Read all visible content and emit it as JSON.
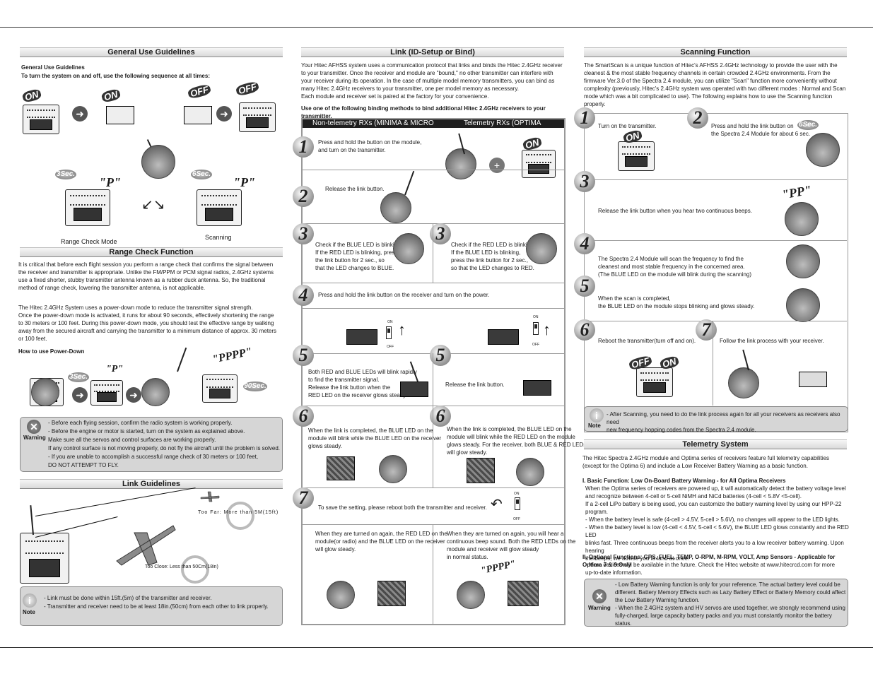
{
  "general": {
    "heading": "General Use Guidelines",
    "sub1": "General Use Guidelines",
    "sub2": "To turn the system on and off, use the following sequence at all times:",
    "on": "ON",
    "off": "OFF",
    "sec3": "3Sec.",
    "sec6": "6Sec.",
    "beep": "\"P\"",
    "range_check_mode": "Range Check Mode",
    "scanning": "Scanning"
  },
  "range": {
    "heading": "Range Check Function",
    "p1": "It is critical that before each flight session you perform a range check that confirms the signal between the receiver and transmitter is appropriate. Unlike the FM/PPM or PCM signal radios, 2.4GHz systems use a fixed shorter, stubby transmitter antenna known as a rubber duck antenna. So, the traditional method of range check, lowering the transmitter antenna, is not applicable.",
    "p2": "The Hitec 2.4GHz System uses a power-down mode to reduce the transmitter signal strength.\nOnce the power-down mode is activated, it runs for about 90 seconds, effectively shortening the range to 30 meters or 100 feet. During this power-down mode, you should test the effective range by walking away from the secured aircraft and carrying the transmitter to a minimum distance of approx. 30 meters or 100 feet.",
    "how": "How to use Power-Down",
    "sec3": "3Sec.",
    "sec90": "90Sec.",
    "beep": "\"P\"",
    "beeps": "\"PPPP\"",
    "warning_label": "Warning",
    "warnings": "- Before each flying session, confirm the radio system is working properly.\n- Before the engine or motor is started, turn on the system as explained above.\n  Make sure all the servos and control surfaces are working properly.\n  If any control surface is not moving properly, do not fly the aircraft until the problem is solved.\n- If you are unable to accomplish a successful range check of 30 meters or 100 feet,\n  DO NOT ATTEMPT TO FLY."
  },
  "linkguide": {
    "heading": "Link Guidelines",
    "too_far": "Too Far: More than 5M(15ft)",
    "too_close": "Too Close: Less than 50Cm(18in)",
    "note_label": "Note",
    "notes": "- Link must be done within 15ft.(5m) of the transmitter and receiver.\n- Transmitter and receiver need to be at least 18in.(50cm) from each other to link properly."
  },
  "link": {
    "heading": "Link (ID-Setup or Bind)",
    "intro": "Your Hitec AFHSS system uses a communication protocol that links and binds the Hitec 2.4GHz receiver to your transmitter. Once the receiver and module are \"bound,\" no other transmitter can interfere with your receiver during its operation. In the case of multiple model memory transmitters, you can bind as many Hitec 2.4GHz receivers to your transmitter, one per model memory as necessary.\nEach module and receiver set is paired at the factory for your convenience.",
    "intro_bold": "Use one of the following binding methods to bind additional Hitec 2.4GHz receivers to your transmitter.",
    "tab1": "Non-telemetry RXs (MINIMA & MICRO Series)",
    "tab2": "Telemetry RXs (OPTIMA Series)",
    "s1": "Press and hold the button on the module,\nand turn on the transmitter.",
    "s2": "Release the link button.",
    "s3a": "Check if the BLUE LED is blinking.\nIf the RED LED is blinking, press\nthe link button for 2 sec., so\nthat the LED changes to BLUE.",
    "s3b": "Check if the RED LED is blinking.\nIf the BLUE LED is blinking,\npress the link button for 2 sec.,\nso that the LED changes to RED.",
    "s4": "Press and hold the link button on the receiver and turn on the power.",
    "s5a": "Both RED and BLUE LEDs will blink rapidly\nto find the transmitter signal.\nRelease the link button when the\nRED LED on the receiver glows steady.",
    "s5b": "Release the link button.",
    "s6a": "When the link is completed, the BLUE LED on the\nmodule will blink while the BLUE LED on the receiver\nglows steady.",
    "s6b": "When the link is completed, the BLUE LED on the\nmodule will blink while the RED LED on the module\nglows steady. For the receiver, both BLUE & RED LEDs\nwill glow steady.",
    "s7": "To save the setting, please reboot both the transmitter and receiver.",
    "s7a": "When they are turned on again, the RED LED on the\nmodule(or radio) and the BLUE LED on the receiver\nwill glow steady.",
    "s7b": "When they are turned on again, you will hear a\ncontinuous beep sound. Both the RED LEDs on the\nmodule and receiver will glow steady\nin normal status.",
    "on_lbl": "ON",
    "off_lbl": "OFF",
    "beeps": "\"PPPP\""
  },
  "scan": {
    "heading": "Scanning Function",
    "intro": "The SmartScan is a unique function of Hitec's AFHSS 2.4GHz technology to provide the user with the cleanest & the most stable frequency channels in certain crowded 2.4GHz environments. From the firmware Ver.3.0 of the Spectra 2.4 module, you can utilize \"Scan\" function more conveniently without complexity (previously, Hitec's 2.4GHz system was operated with two different modes : Normal and Scan mode which was a bit complicated to use). The following explains how to use the Scanning function properly.",
    "s1": "Turn on the transmitter.",
    "s2": "Press and hold the link button on\nthe Spectra 2.4 Module for about 6 sec.",
    "s3": "Release the link button when you hear two continuous beeps.",
    "s4": "The Spectra 2.4 Module will scan the frequency to find the\ncleanest and most stable frequency in the concerned area.\n(The BLUE LED on the module will blink during the scanning)",
    "s5": "When the scan is completed,\nthe BLUE LED on the module stops blinking and glows steady.",
    "s6": "Reboot the transmitter(turn off and on).",
    "s7": "Follow the link process with your receiver.",
    "sec6": "6Sec.",
    "beep": "\"PP\"",
    "note_label": "Note",
    "note": "- After Scanning, you need to do the link process again for all your receivers as receivers also need\n  new frequency hopping codes from the Spectra 2.4 module."
  },
  "telemetry": {
    "heading": "Telemetry System",
    "intro": "The Hitec Spectra 2.4GHz module and Optima series of receivers feature full telemetry capabilities (except for the Optima 6) and include a Low Receiver Battery Warning as a basic function.",
    "basic_title": "I. Basic Function: Low On-Board Battery Warning - for All Optima Receivers",
    "basic_body": "When the Optima series of receivers are powered up, it will automatically detect the battery voltage level and recognize between 4-cell or 5-cell NiMH and NiCd batteries (4-cell < 5.8V <5-cell).\nIf a 2-cell LiPo battery is being used, you can customize the battery warning level by using our HPP-22 program.\n- When the battery level is safe (4-cell > 4.5V, 5-cell > 5.6V), no changes will appear to the LED lights.\n- When the battery level is low (4-cell < 4.5V, 5-cell < 5.6V), the BLUE LED glows constantly and the RED LED\n  blinks fast. Three continuous beeps from the receiver alerts you to a low receiver battery warning. Upon hearing\n  the beeps, we advise you to land at once.",
    "opt_title": "II. Optional Functions: GPS, FUEL, TEMP, O-RPM, M-RPM, VOLT, Amp Sensors - Applicable for Optima 7 & 9 Only",
    "opt_body": "- More devices will be available in the future. Check the Hitec website at www.hitecrcd.com for more\n  up-to-date information.",
    "warning_label": "Warning",
    "warnings": "- Low Battery Warning function is only for your reference. The actual battery level could be\n  different. Battery Memory Effects such as Lazy Battery Effect or Battery Memory could affect\n  the Low Battery Warning function.\n- When the 2.4GHz system and HV servos are used together, we strongly recommend using\n  fully-charged, large capacity battery packs and you must constantly monitor the battery status."
  },
  "step_numbers": [
    "1",
    "2",
    "3",
    "4",
    "5",
    "6",
    "7"
  ]
}
